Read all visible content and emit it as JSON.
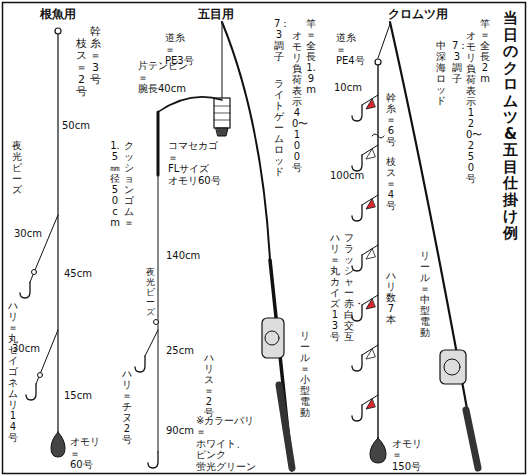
{
  "diagram": {
    "title": "当日のクロムツ&五目仕掛け例",
    "labels": [
      "根魚用",
      "五目用",
      "クロムツ用",
      "幹糸＝3号",
      "枝ス＝2号",
      "夜光ビーズ",
      "50cm",
      "30cm",
      "45cm",
      "30cm",
      "15cm",
      "ハリ＝丸セイゴネムリ14号",
      "オモリ＝ 60号",
      "道糸＝ PE3号",
      "片テンビン＝ 腕長40cm",
      "1.5㎜径 50cm",
      "クッションゴム＝",
      "コマセカゴ＝ FLサイズ オモリ60号",
      "140cm",
      "夜光ビーズ",
      "25cm",
      "ハリ＝チヌ2号",
      "ハリス＝2号",
      "90cm",
      "※カラーバリ＝ ホワイト、ピンク 蛍光グリーン",
      "竿＝全長1.9m",
      "オモリ負荷表示40〜100号",
      "7：3調子",
      "ライトゲームロッド",
      "リール＝小型電動",
      "道糸＝ PE4号",
      "竿＝全長2m",
      "オモリ負荷表示120〜250号",
      "7：3調子",
      "中深海ロッド",
      "幹糸＝6号",
      "枝ス＝4号",
      "10cm",
      "100cm",
      "ハリ＝丸カイズ13号",
      "フラッシャー赤・白交互",
      "ハリ数7本",
      "リール＝中型電動",
      "オモリ＝ 150号"
    ]
  }
}
